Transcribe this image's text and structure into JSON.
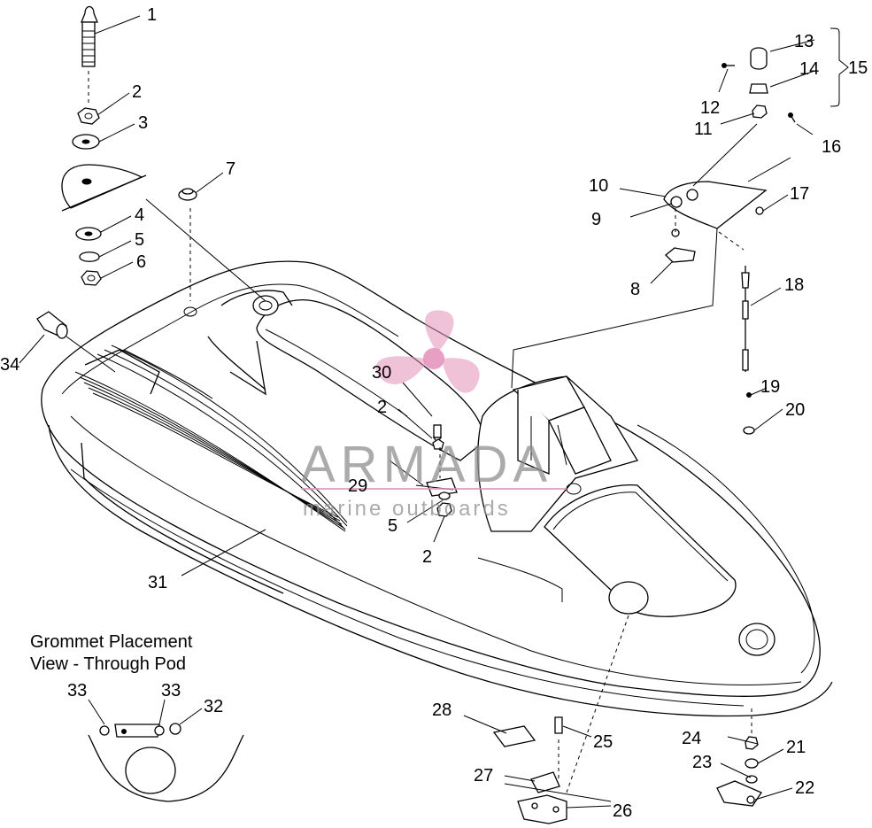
{
  "diagram": {
    "callouts": [
      {
        "id": "c1",
        "label": "1"
      },
      {
        "id": "c2a",
        "label": "2"
      },
      {
        "id": "c3",
        "label": "3"
      },
      {
        "id": "c4",
        "label": "4"
      },
      {
        "id": "c5a",
        "label": "5"
      },
      {
        "id": "c6",
        "label": "6"
      },
      {
        "id": "c7",
        "label": "7"
      },
      {
        "id": "c8",
        "label": "8"
      },
      {
        "id": "c9",
        "label": "9"
      },
      {
        "id": "c10",
        "label": "10"
      },
      {
        "id": "c11",
        "label": "11"
      },
      {
        "id": "c12",
        "label": "12"
      },
      {
        "id": "c13",
        "label": "13"
      },
      {
        "id": "c14",
        "label": "14"
      },
      {
        "id": "c15",
        "label": "15"
      },
      {
        "id": "c16",
        "label": "16"
      },
      {
        "id": "c17",
        "label": "17"
      },
      {
        "id": "c18",
        "label": "18"
      },
      {
        "id": "c19",
        "label": "19"
      },
      {
        "id": "c20",
        "label": "20"
      },
      {
        "id": "c21",
        "label": "21"
      },
      {
        "id": "c22",
        "label": "22"
      },
      {
        "id": "c23",
        "label": "23"
      },
      {
        "id": "c24",
        "label": "24"
      },
      {
        "id": "c25",
        "label": "25"
      },
      {
        "id": "c26",
        "label": "26"
      },
      {
        "id": "c27",
        "label": "27"
      },
      {
        "id": "c28",
        "label": "28"
      },
      {
        "id": "c29",
        "label": "29"
      },
      {
        "id": "c30",
        "label": "30"
      },
      {
        "id": "c2b",
        "label": "2"
      },
      {
        "id": "c5b",
        "label": "5"
      },
      {
        "id": "c2c",
        "label": "2"
      },
      {
        "id": "c31",
        "label": "31"
      },
      {
        "id": "c32",
        "label": "32"
      },
      {
        "id": "c33a",
        "label": "33"
      },
      {
        "id": "c33b",
        "label": "33"
      },
      {
        "id": "c34",
        "label": "34"
      }
    ],
    "inset": {
      "title_line1": "Grommet Placement",
      "title_line2": "View - Through Pod"
    }
  },
  "watermark": {
    "brand": "ARMADA",
    "tagline": "marine outboards",
    "color": "#e38fb8"
  }
}
